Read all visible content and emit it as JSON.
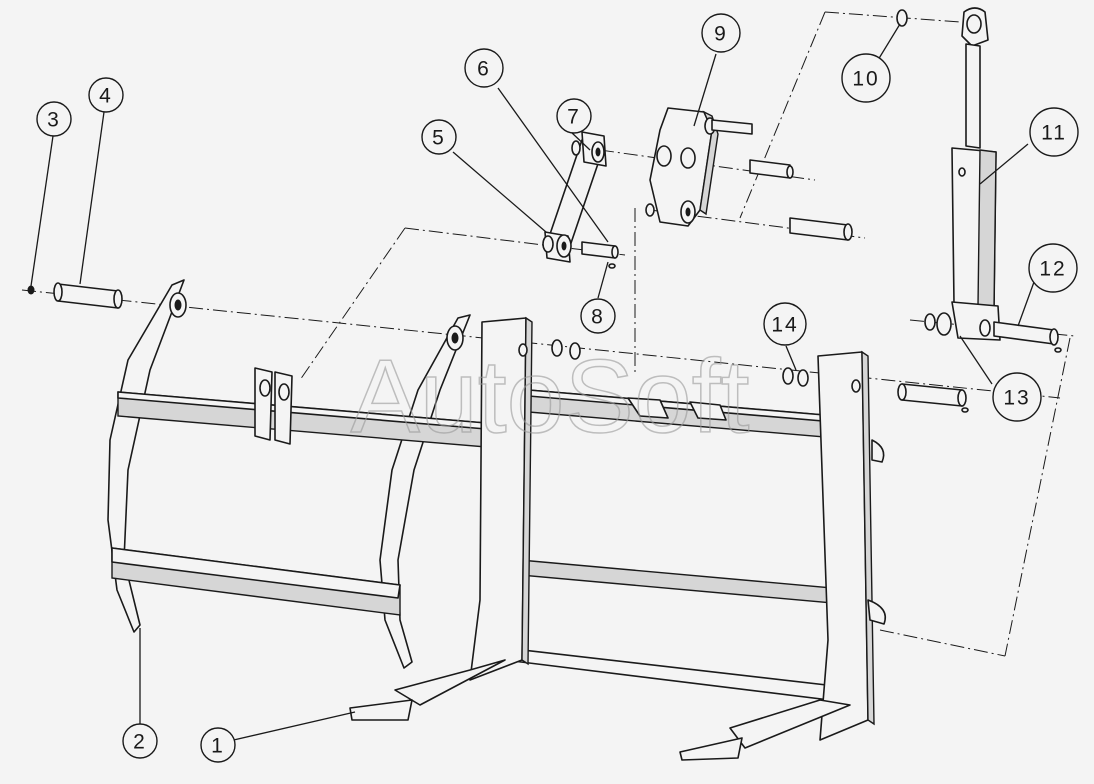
{
  "watermark": "AutoSoft",
  "callouts": [
    {
      "id": "1",
      "label": "1"
    },
    {
      "id": "2",
      "label": "2"
    },
    {
      "id": "3",
      "label": "3"
    },
    {
      "id": "4",
      "label": "4"
    },
    {
      "id": "5",
      "label": "5"
    },
    {
      "id": "6",
      "label": "6"
    },
    {
      "id": "7",
      "label": "7"
    },
    {
      "id": "8",
      "label": "8"
    },
    {
      "id": "9",
      "label": "9"
    },
    {
      "id": "10",
      "label": "10"
    },
    {
      "id": "11",
      "label": "11"
    },
    {
      "id": "12",
      "label": "12"
    },
    {
      "id": "13",
      "label": "13"
    },
    {
      "id": "14",
      "label": "14"
    }
  ]
}
